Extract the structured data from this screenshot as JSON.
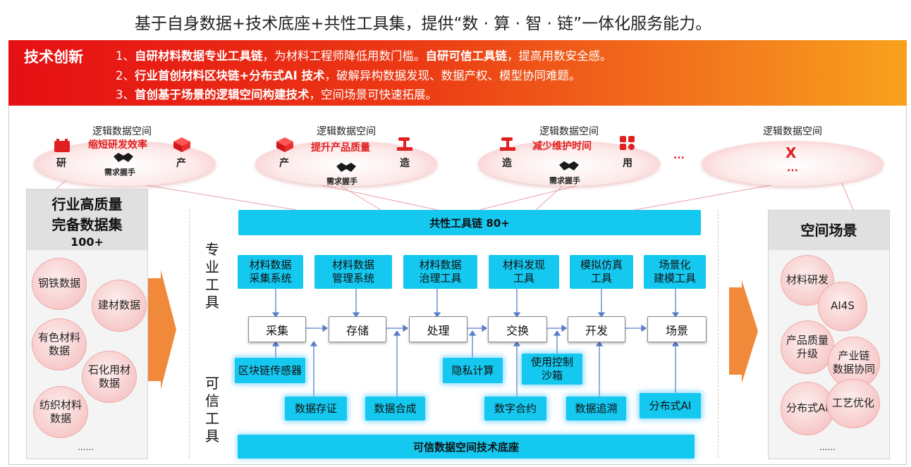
{
  "headline": "基于自身数据+技术底座+共性工具集，提供“数 · 算 · 智 · 链”一体化服务能力。",
  "banner": {
    "title": "技术创新",
    "line1": {
      "prefix": "1、",
      "b1": "自研材料数据专业工具链",
      "t1": "，为材料工程师降低用数门槛。",
      "b2": "自研可信工具链",
      "t2": "，提高用数安全感。"
    },
    "line2": {
      "prefix": "2、",
      "b1": "行业首创材料区块链+分布式AI 技术",
      "t1": "，破解异构数据发现、数据产权、模型协同难题。"
    },
    "line3": {
      "prefix": "3、",
      "b1": "首创基于场景的逻辑空间构建技术",
      "t1": "，空间场景可快速拓展。"
    },
    "colors": {
      "start": "#e50f14",
      "end": "#f8a21c"
    }
  },
  "spaces": [
    {
      "title": "逻辑数据空间",
      "goal": "缩短研发效率",
      "left": "研",
      "right": "产",
      "handshake": "需求握手"
    },
    {
      "title": "逻辑数据空间",
      "goal": "提升产品质量",
      "left": "产",
      "right": "造",
      "handshake": "需求握手"
    },
    {
      "title": "逻辑数据空间",
      "goal": "减少维护时间",
      "left": "造",
      "right": "用",
      "handshake": "需求握手"
    },
    {
      "title": "逻辑数据空间",
      "goal": "X",
      "sub": "..."
    }
  ],
  "spaces_ellipsis": "...",
  "dataset_panel": {
    "title_line1": "行业高质量",
    "title_line2": "完备数据集",
    "count": "100+",
    "items": [
      "钢铁数据",
      "建材数据",
      "有色材料\n数据",
      "石化用材\n数据",
      "纺织材料\n数据"
    ],
    "more": "......"
  },
  "scene_panel": {
    "title": "空间场景",
    "items": [
      "材料研发",
      "AI4S",
      "产品质量\n升级",
      "产业链\n数据协同",
      "分布式AI",
      "工艺优化"
    ],
    "more": "......"
  },
  "center": {
    "label_pro": "专业工具",
    "label_trust": "可信工具",
    "common_chain": "共性工具链 80+",
    "tools": [
      "材料数据\n采集系统",
      "材料数据\n管理系统",
      "材料数据\n治理工具",
      "材料发现\n工具",
      "模拟仿真\n工具",
      "场景化\n建模工具"
    ],
    "steps": [
      "采集",
      "存储",
      "处理",
      "交换",
      "开发",
      "场景"
    ],
    "trust_tools": [
      "区块链传感器",
      "数据存证",
      "数据合成",
      "隐私计算",
      "使用控制\n沙箱",
      "数字合约",
      "数据追溯",
      "分布式AI"
    ],
    "base": "可信数据空间技术底座"
  },
  "colors": {
    "cyan": "#14c8f0",
    "arrow_orange": "#f08a3a",
    "line_blue": "#5a7fc8",
    "red_text": "#e02020"
  }
}
